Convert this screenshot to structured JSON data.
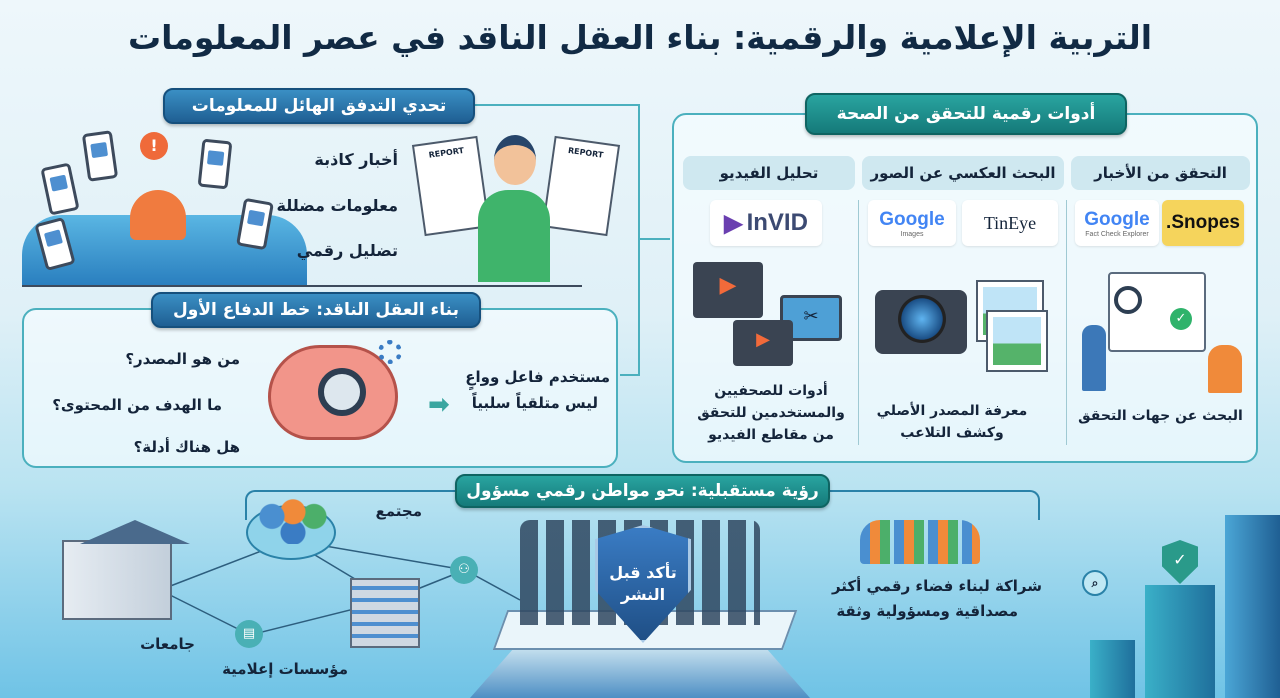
{
  "title": "التربية الإعلامية والرقمية: بناء العقل الناقد في عصر المعلومات",
  "challenge": {
    "heading": "تحدي التدفق الهائل للمعلومات",
    "items": [
      "أخبار كاذبة",
      "معلومات مضللة",
      "تضليل رقمي"
    ],
    "report_label": "REPORT"
  },
  "critical": {
    "heading": "بناء العقل الناقد: خط الدفاع الأول",
    "questions": [
      "من هو المصدر؟",
      "ما الهدف من المحتوى؟",
      "هل هناك أدلة؟"
    ],
    "outcome": [
      "مستخدم فاعل وواعٍ",
      "ليس متلقياً سلبياً"
    ]
  },
  "tools": {
    "heading": "أدوات رقمية للتحقق من الصحة",
    "columns": [
      {
        "title": "التحقق من الأخبار",
        "logos": [
          "Snopes.",
          "Google",
          "Fact Check Explorer"
        ],
        "caption": "البحث عن جهات التحقق"
      },
      {
        "title": "البحث العكسي عن الصور",
        "logos": [
          "TinEye",
          "Google",
          "Images"
        ],
        "caption": "معرفة المصدر الأصلي وكشف التلاعب"
      },
      {
        "title": "تحليل الفيديو",
        "logos": [
          "InVID"
        ],
        "caption": "أدوات للصحفيين والمستخدمين للتحقق من مقاطع الفيديو"
      }
    ]
  },
  "vision": {
    "heading": "رؤية مستقبلية: نحو مواطن رقمي مسؤول",
    "nodes": [
      "مجتمع",
      "جامعات",
      "مؤسسات إعلامية"
    ],
    "shield": "تأكد قبل النشر",
    "partnership": [
      "شراكة لبناء فضاء رقمي أكثر",
      "مصداقية ومسؤولية وثقة"
    ]
  }
}
